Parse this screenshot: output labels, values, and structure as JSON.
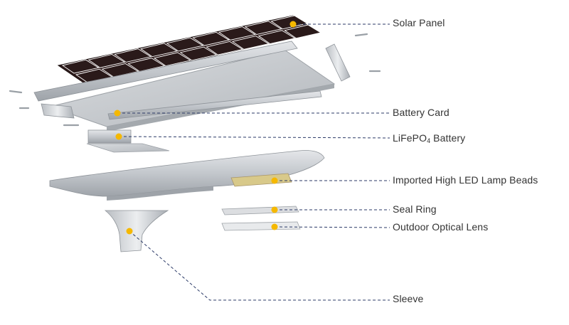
{
  "diagram": {
    "components": [
      {
        "id": "solar-panel",
        "label": "Solar Panel"
      },
      {
        "id": "battery-card",
        "label": "Battery Card"
      },
      {
        "id": "lifepo4-battery",
        "label_prefix": "LiFePO",
        "label_sub": "4",
        "label_suffix": " Battery"
      },
      {
        "id": "led-lamp-beads",
        "label": "Imported High LED Lamp Beads"
      },
      {
        "id": "seal-ring",
        "label": "Seal Ring"
      },
      {
        "id": "optical-lens",
        "label": "Outdoor Optical Lens"
      },
      {
        "id": "sleeve",
        "label": "Sleeve"
      }
    ],
    "colors": {
      "leader_line": "#2b3a67",
      "marker": "#f5b800",
      "panel": "#2a1a1a",
      "aluminum": "#c9ccd0",
      "aluminum_dark": "#9fa4aa"
    }
  }
}
